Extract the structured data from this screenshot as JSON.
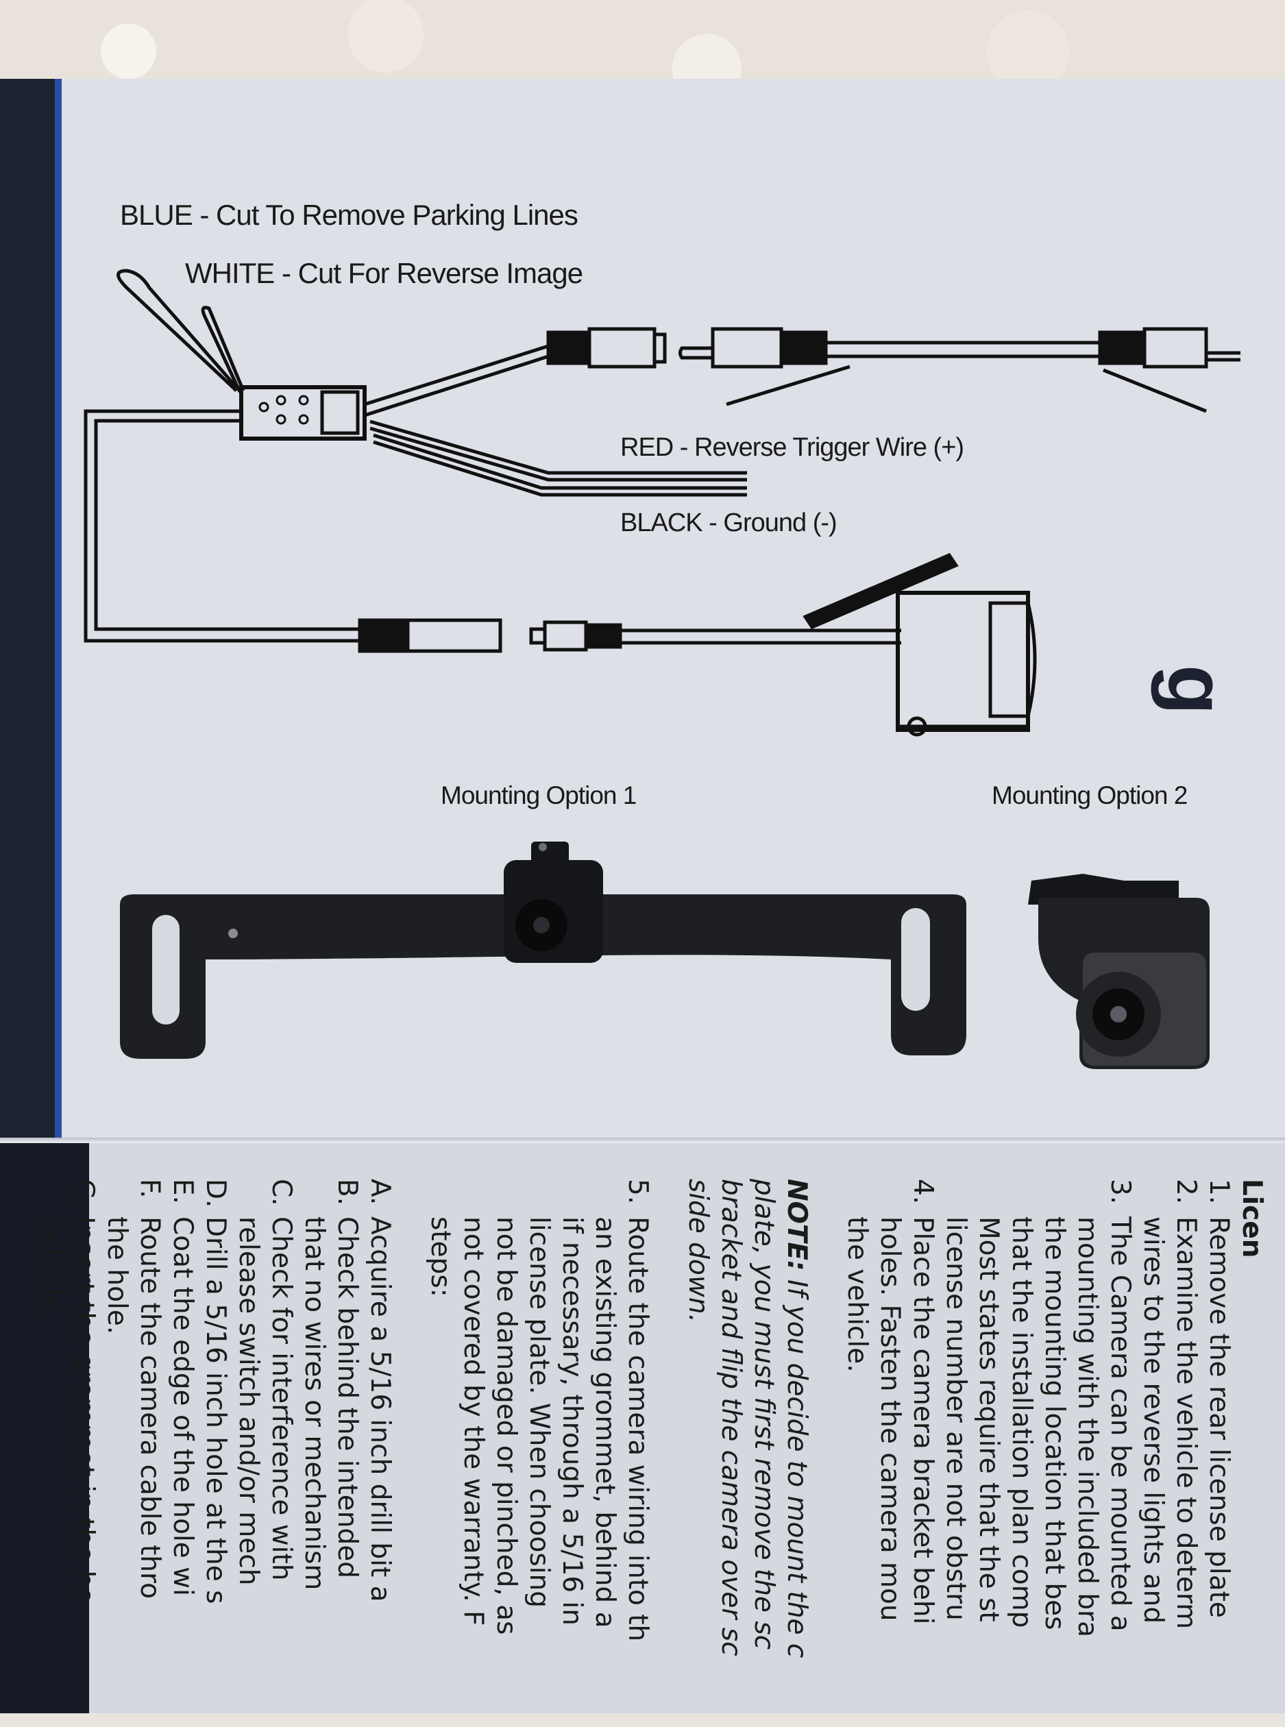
{
  "diagram": {
    "labels": {
      "blue": "BLUE - Cut To Remove Parking Lines",
      "white": "WHITE - Cut For Reverse Image",
      "red": "RED - Reverse Trigger Wire (+)",
      "black": "BLACK - Ground (-)",
      "option1": "Mounting Option 1",
      "option2": "Mounting Option 2"
    }
  },
  "instructions": {
    "heading": "Licen",
    "steps": [
      {
        "num": "1.",
        "lines": [
          "Remove the rear license plate"
        ]
      },
      {
        "num": "2.",
        "lines": [
          "Examine the vehicle to determ",
          "wires to the reverse lights and"
        ]
      },
      {
        "num": "3.",
        "lines": [
          "The Camera can be mounted a",
          "mounting with the included bra",
          "the mounting location that bes",
          "that the installation plan comp",
          "Most states require that the st",
          "license number are not obstru"
        ]
      },
      {
        "num": "4.",
        "lines": [
          "Place the camera bracket behi",
          "holes. Fasten the camera mou",
          "the vehicle."
        ]
      }
    ],
    "note": {
      "label": "NOTE:",
      "lines": [
        "If you decide to mount the c",
        "plate, you must first remove the sc",
        "bracket and flip the camera over sc",
        "side down."
      ]
    },
    "step5": {
      "num": "5.",
      "lines": [
        "Route the camera wiring into th",
        "an existing grommet, behind a",
        "if necessary, through a 5/16 in",
        "license plate. When choosing",
        "not be damaged or pinched, as",
        "not covered by the warranty. F",
        "steps:"
      ]
    },
    "substeps": [
      {
        "num": "A.",
        "lines": [
          "Acquire a 5/16 inch drill bit a"
        ]
      },
      {
        "num": "B.",
        "lines": [
          "Check behind the intended",
          "that no wires or mechanism"
        ]
      },
      {
        "num": "C.",
        "lines": [
          "Check for interference with",
          "release switch and/or mech"
        ]
      },
      {
        "num": "D.",
        "lines": [
          "Drill a 5/16 inch hole at the s"
        ]
      },
      {
        "num": "E.",
        "lines": [
          "Coat the edge of the hole wi"
        ]
      },
      {
        "num": "F.",
        "lines": [
          "Route the camera cable thro",
          "the hole."
        ]
      },
      {
        "num": "G.",
        "lines": [
          "Insert the grommet in the ho",
          "vehicle."
        ]
      }
    ]
  }
}
